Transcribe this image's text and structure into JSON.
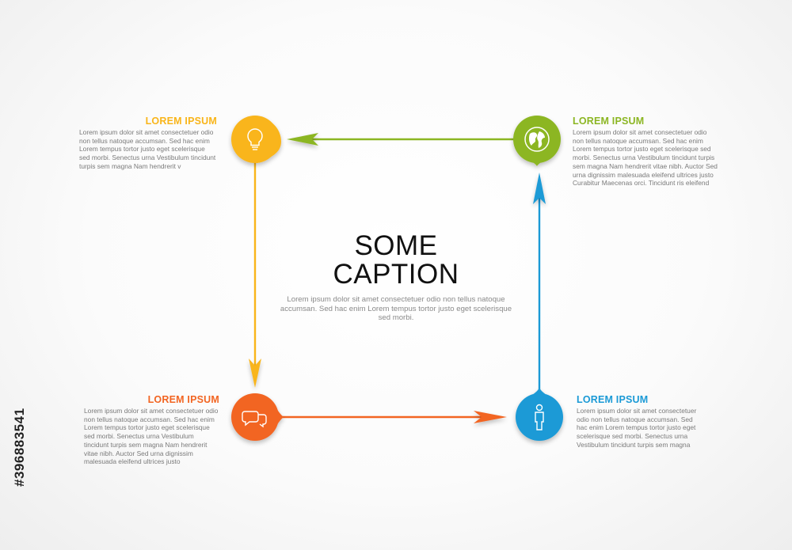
{
  "caption": {
    "title_line1": "SOME",
    "title_line2": "CAPTION",
    "body": "Lorem ipsum dolor sit amet consectetuer odio non tellus natoque accumsan. Sed hac enim Lorem tempus tortor justo eget scelerisque sed morbi."
  },
  "steps": [
    {
      "title": "LOREM IPSUM",
      "text": "Lorem ipsum dolor sit amet consectetuer odio non tellus natoque accumsan. Sed hac enim Lorem tempus tortor justo eget scelerisque sed morbi. Senectus urna Vestibulum tincidunt turpis sem magna Nam hendrerit v",
      "color": "#F9B51A",
      "icon": "lightbulb-icon"
    },
    {
      "title": "LOREM IPSUM",
      "text": "Lorem ipsum dolor sit amet consectetuer odio non tellus natoque accumsan. Sed hac enim Lorem tempus tortor justo eget scelerisque sed morbi. Senectus urna Vestibulum tincidunt turpis sem magna Nam hendrerit vitae nibh. Auctor Sed urna dignissim malesuada eleifend ultrices justo Curabitur Maecenas orci. Tincidunt ris eleifend",
      "color": "#8CB623",
      "icon": "globe-icon"
    },
    {
      "title": "LOREM IPSUM",
      "text": "Lorem ipsum dolor sit amet consectetuer odio non tellus natoque accumsan. Sed hac enim Lorem tempus tortor justo eget scelerisque sed morbi. Senectus urna Vestibulum tincidunt turpis sem magna Nam hendrerit vitae nibh. Auctor Sed urna dignissim malesuada eleifend ultrices justo",
      "color": "#F26522",
      "icon": "speech-bubbles-icon"
    },
    {
      "title": "LOREM IPSUM",
      "text": "Lorem ipsum dolor sit amet consectetuer odio non tellus natoque accumsan. Sed hac enim Lorem tempus tortor justo eget scelerisque sed morbi. Senectus urna Vestibulum tincidunt turpis sem magna",
      "color": "#1B9AD6",
      "icon": "person-icon"
    }
  ],
  "side_id": "#396883541"
}
